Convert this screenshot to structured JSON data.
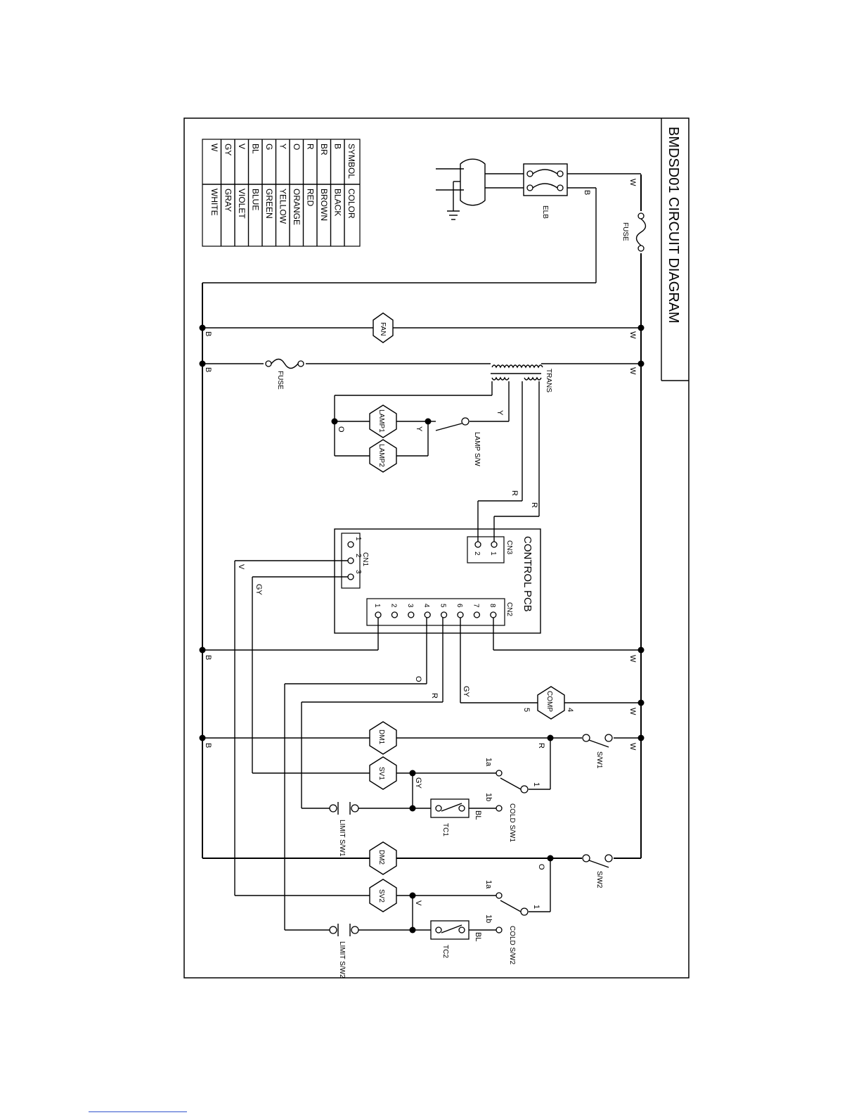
{
  "diagram": {
    "title": "BMDSD01  CIRCUIT DIAGRAM",
    "color_table": {
      "headers": [
        "SYMBOL",
        "COLOR"
      ],
      "rows": [
        [
          "B",
          "BLACK"
        ],
        [
          "BR",
          "BROWN"
        ],
        [
          "R",
          "RED"
        ],
        [
          "O",
          "ORANGE"
        ],
        [
          "Y",
          "YELLOW"
        ],
        [
          "G",
          "GREEN"
        ],
        [
          "BL",
          "BLUE"
        ],
        [
          "V",
          "VIOLET"
        ],
        [
          "GY",
          "GRAY"
        ],
        [
          "W",
          "WHITE"
        ]
      ]
    },
    "components": {
      "elb": "ELB",
      "fuse_main": "FUSE",
      "fuse_trans": "FUSE",
      "fan": "FAN",
      "trans": "TRANS",
      "lamp1": "LAMP1",
      "lamp2": "LAMP2",
      "lamp_sw": "LAMP S/W",
      "pcb": "CONTROL PCB",
      "cn1": "CN1",
      "cn2": "CN2",
      "cn3": "CN3",
      "comp": "COMP",
      "dm1": "DM1",
      "dm2": "DM2",
      "sv1": "SV1",
      "sv2": "SV2",
      "sw1": "S/W1",
      "sw2": "S/W2",
      "cold_sw1": "COLD S/W1",
      "cold_sw2": "COLD S/W2",
      "tc1": "TC1",
      "tc2": "TC2",
      "limit_sw1": "LIMIT S/W1",
      "limit_sw2": "LIMIT S/W2"
    },
    "wire_labels": {
      "w": "W",
      "b": "B",
      "y": "Y",
      "o": "O",
      "r": "R",
      "v": "V",
      "gy": "GY",
      "bl": "BL"
    },
    "pins": {
      "cn1": [
        "1",
        "2",
        "3"
      ],
      "cn2": [
        "1",
        "2",
        "3",
        "4",
        "5",
        "6",
        "7",
        "8"
      ],
      "cn3": [
        "1",
        "2"
      ],
      "comp_a": "4",
      "comp_b": "5",
      "cold_1": "1",
      "cold_1a": "1a",
      "cold_1b": "1b"
    }
  }
}
